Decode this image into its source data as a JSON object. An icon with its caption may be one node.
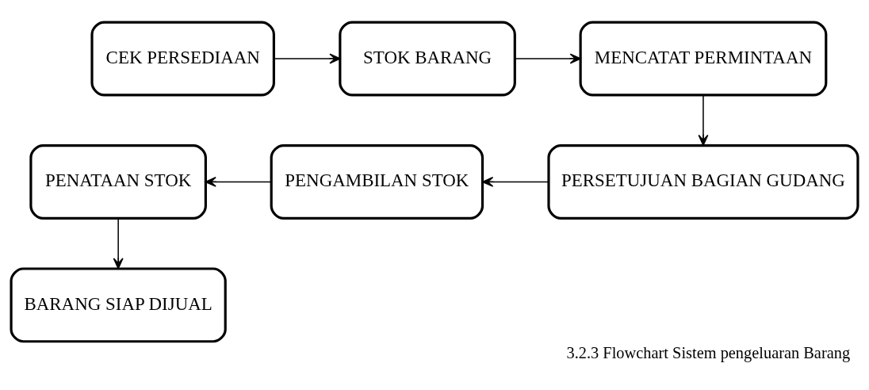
{
  "diagram": {
    "caption": "3.2.3 Flowchart Sistem pengeluaran Barang",
    "nodes": [
      {
        "text": [
          "CEK PERSEDIAAN"
        ]
      },
      {
        "text": [
          "STOK BARANG"
        ]
      },
      {
        "text": [
          "MENCATAT PERMINTAAN"
        ]
      },
      {
        "text": [
          "PERSETUJUAN BAGIAN GUDANG"
        ]
      },
      {
        "text": [
          "PENGAMBILAN STOK"
        ]
      },
      {
        "text": [
          "PENATAAN STOK"
        ]
      },
      {
        "text": [
          "BARANG SIAP DIJUAL"
        ]
      }
    ],
    "edges": [
      {
        "from": 0,
        "to": 1,
        "arrow": "to"
      },
      {
        "from": 1,
        "to": 2,
        "arrow": "to"
      },
      {
        "from": 2,
        "to": 3,
        "arrow": "to"
      },
      {
        "from": 3,
        "to": 4,
        "arrow": "to"
      },
      {
        "from": 4,
        "to": 5,
        "arrow": "to"
      },
      {
        "from": 5,
        "to": 6,
        "arrow": "to"
      }
    ]
  }
}
